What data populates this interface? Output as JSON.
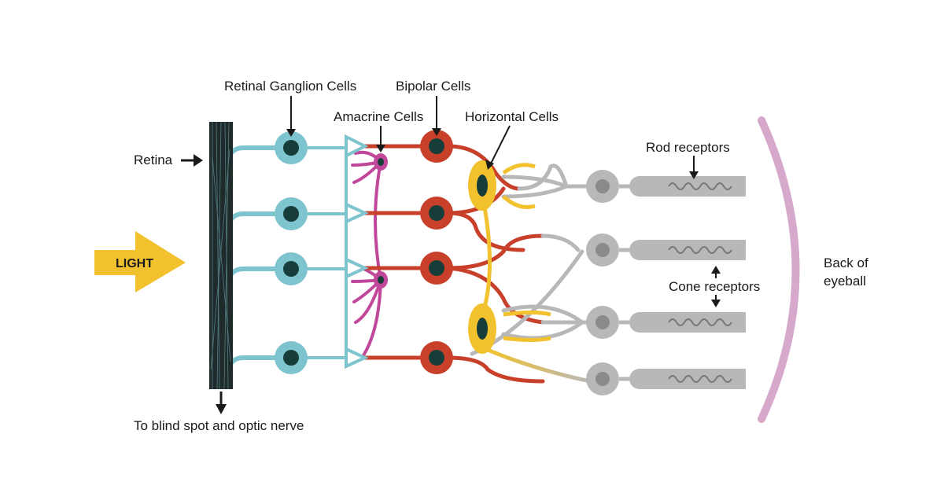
{
  "labels": {
    "retinal_ganglion": "Retinal Ganglion Cells",
    "bipolar": "Bipolar Cells",
    "amacrine": "Amacrine Cells",
    "horizontal": "Horizontal Cells",
    "rod": "Rod receptors",
    "retina": "Retina",
    "light": "LIGHT",
    "cone": "Cone receptors",
    "back_line1": "Back of",
    "back_line2": "eyeball",
    "blind_spot": "To blind spot and optic nerve"
  },
  "colors": {
    "ganglion": "#7ec4cf",
    "nucleus": "#173d3a",
    "bipolar": "#c8402a",
    "amacrine": "#c0479a",
    "horizontal": "#f2c12e",
    "receptor": "#b8b8b8",
    "receptor_dark": "#8a8a8a",
    "light_arrow": "#f2c12e",
    "eyeball": "#d6a8cc",
    "retina_band": "#1f2a2a"
  }
}
